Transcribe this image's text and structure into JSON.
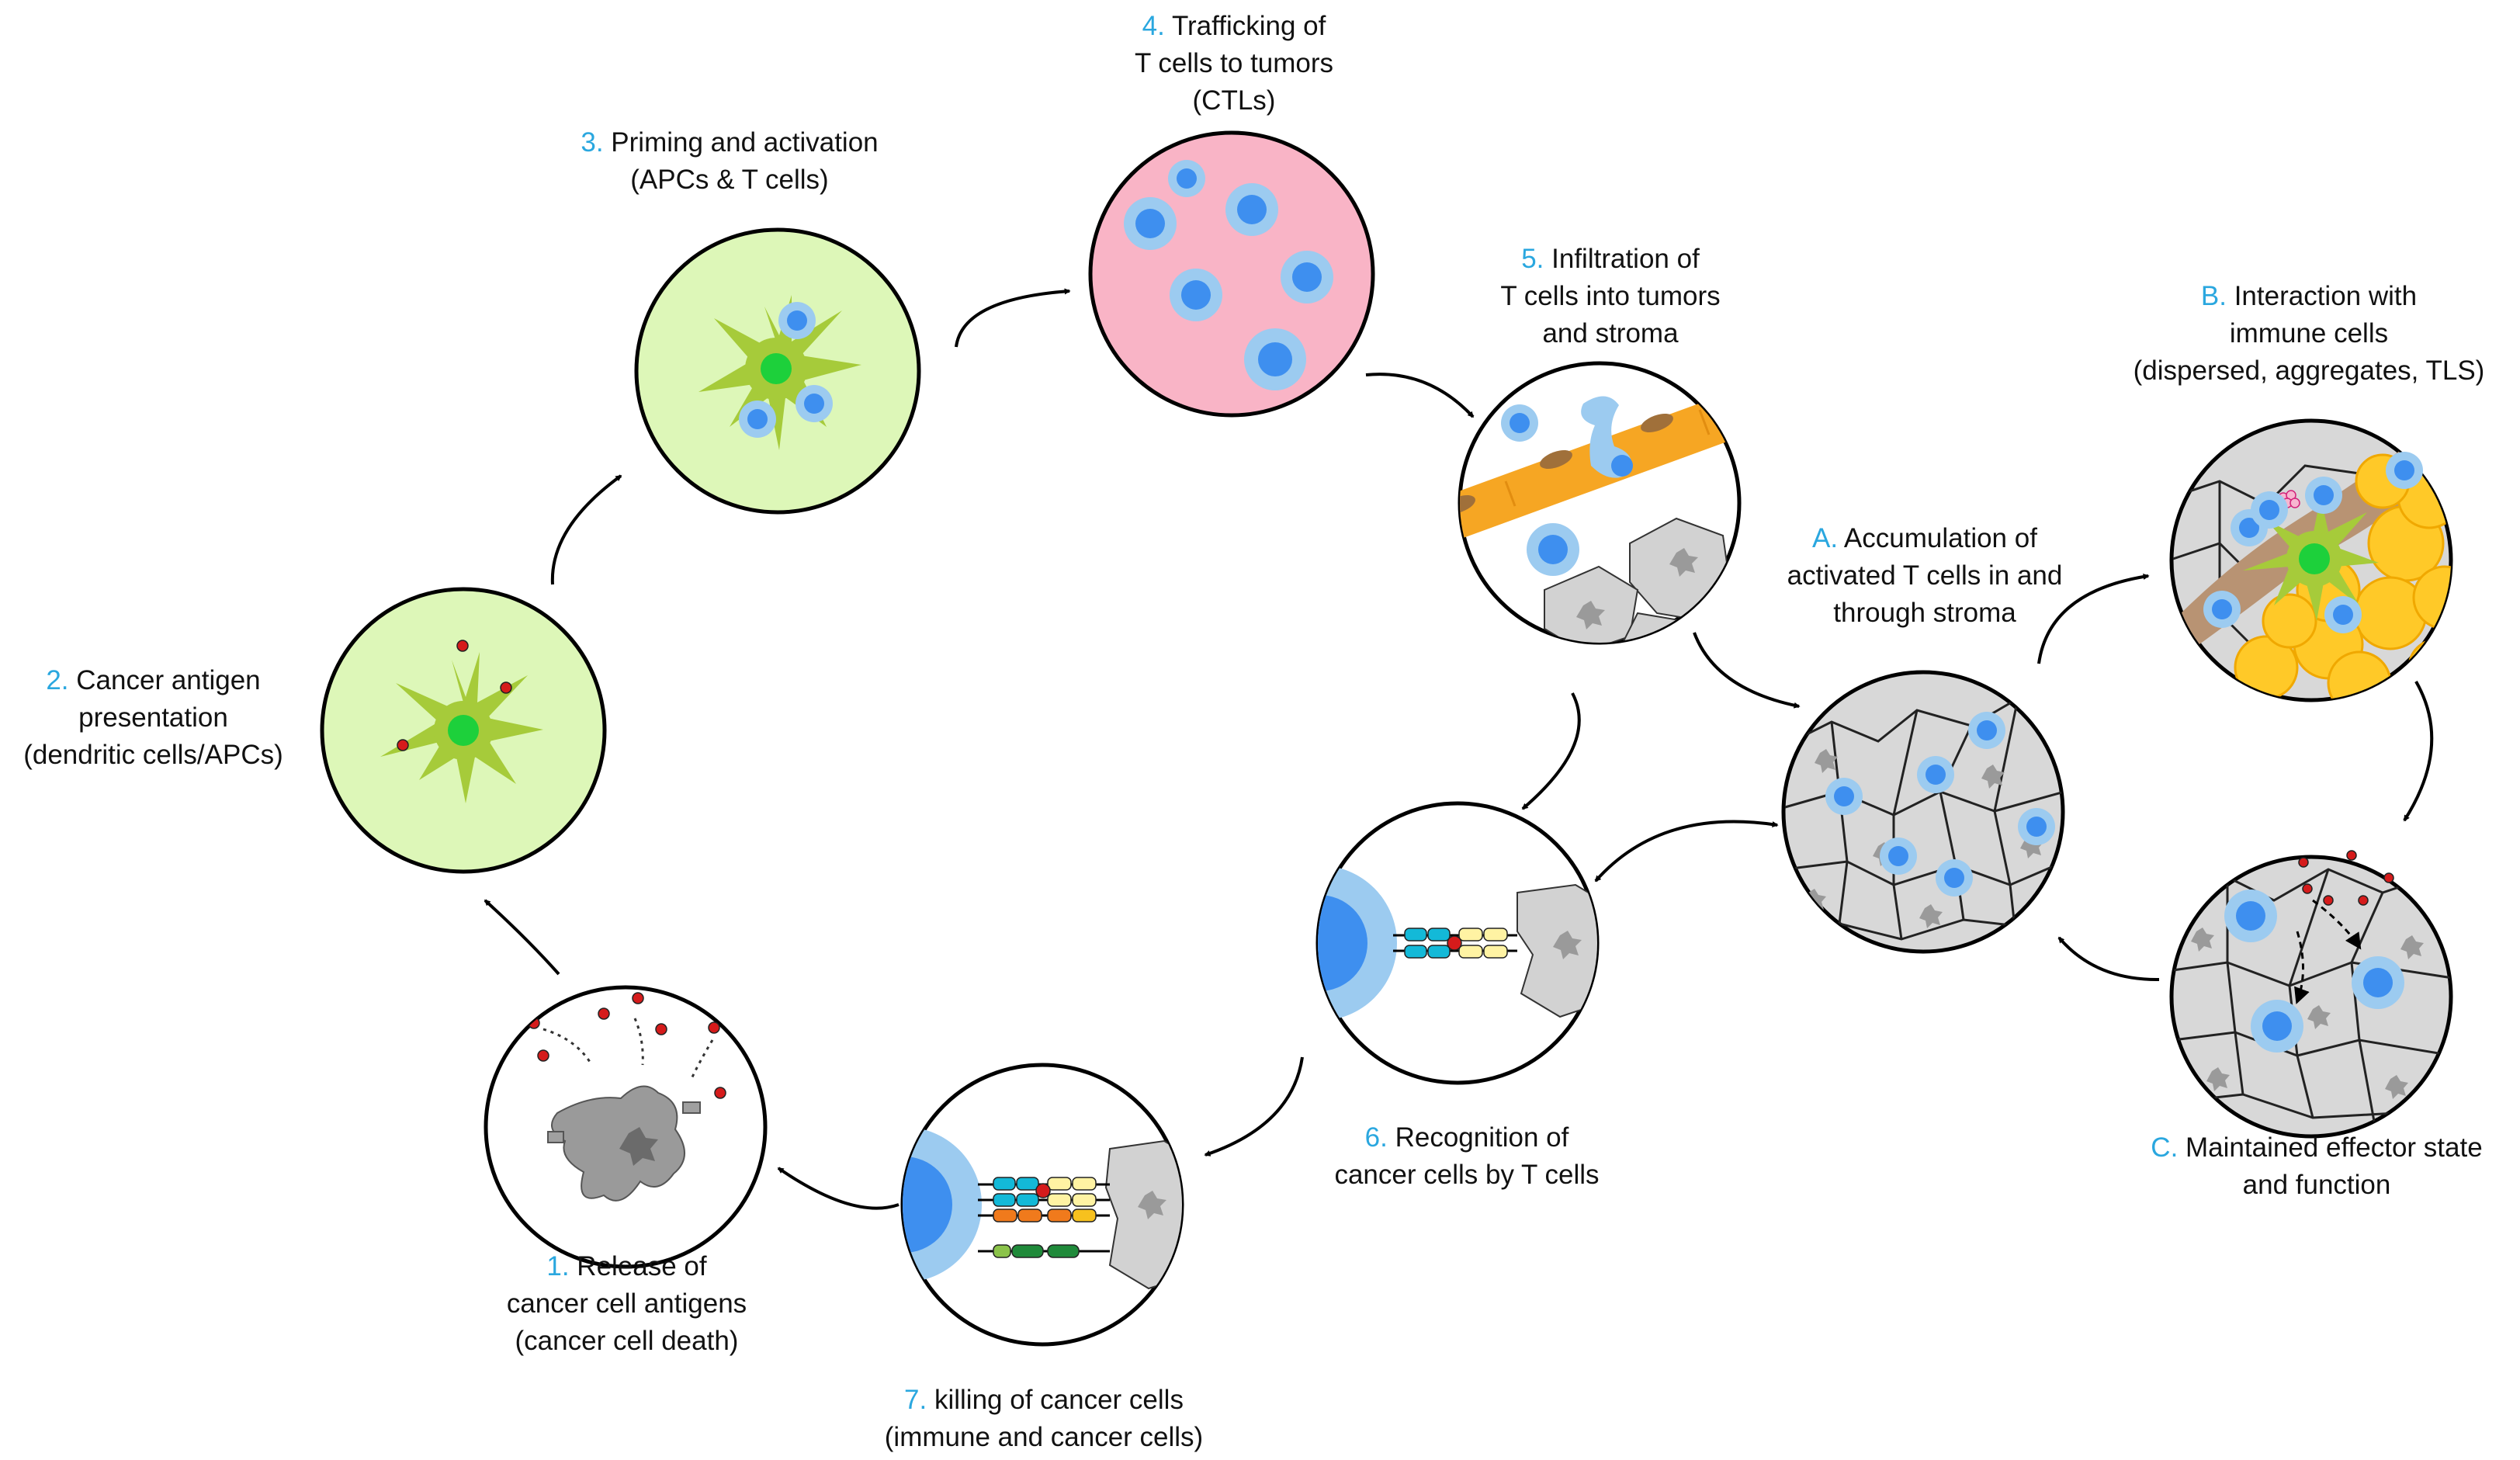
{
  "colors": {
    "accent": "#2AA7DF",
    "dendritic_bg": "#DDF7B8",
    "dendritic_cell": "#A6CB3A",
    "nucleus_green": "#1DD03B",
    "tcell_outer": "#9CCBF0",
    "tcell_inner": "#3E8FEF",
    "blood_vessel_bg": "#F9B4C6",
    "cancer_cell": "#D2D2D2",
    "endothelium": "#F6A623",
    "antigen": "#D51B1B",
    "tls_yellow": "#FFC928"
  },
  "steps": {
    "s1": {
      "num": "1.",
      "lines": [
        "Release of",
        "cancer cell antigens",
        "(cancer cell death)"
      ]
    },
    "s2": {
      "num": "2.",
      "lines": [
        "Cancer antigen",
        "presentation",
        "(dendritic cells/APCs)"
      ]
    },
    "s3": {
      "num": "3.",
      "lines": [
        "Priming and activation",
        "(APCs & T cells)"
      ]
    },
    "s4": {
      "num": "4.",
      "lines": [
        "Trafficking of",
        "T cells to tumors",
        "(CTLs)"
      ]
    },
    "s5": {
      "num": "5.",
      "lines": [
        "Infiltration of",
        "T cells into tumors",
        "and stroma"
      ]
    },
    "s6": {
      "num": "6.",
      "lines": [
        "Recognition of",
        "cancer cells by T cells"
      ]
    },
    "s7": {
      "num": "7.",
      "lines": [
        "killing of cancer cells",
        "(immune and cancer cells)"
      ]
    },
    "sA": {
      "num": "A.",
      "lines": [
        "Accumulation of",
        "activated T cells in and",
        "through stroma"
      ]
    },
    "sB": {
      "num": "B.",
      "lines": [
        "Interaction with",
        "immune cells",
        "(dispersed, aggregates, TLS)"
      ]
    },
    "sC": {
      "num": "C.",
      "lines": [
        "Maintained effector state",
        "and function"
      ]
    }
  },
  "icons": [
    "dying-cancer-cell-icon",
    "dendritic-cell-icon",
    "t-cell-icon",
    "blood-vessel-icon",
    "endothelium-icon",
    "tcr-mhc-synapse-icon",
    "cancer-cell-icon",
    "tertiary-lymphoid-structure-icon",
    "cycle-arrow-icon"
  ]
}
